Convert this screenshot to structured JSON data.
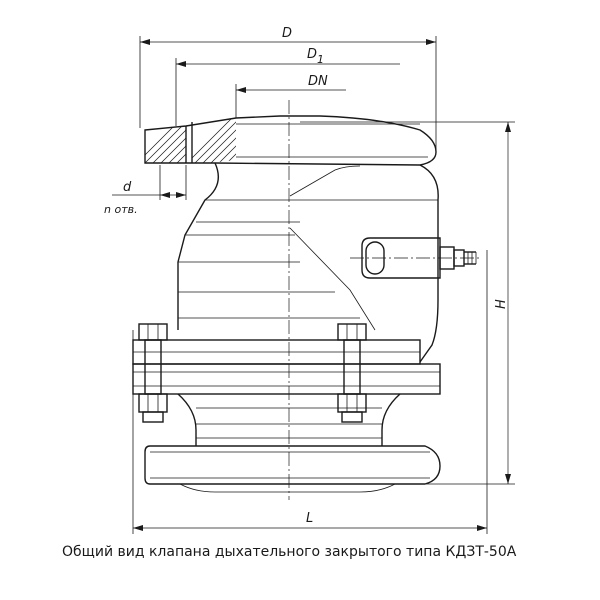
{
  "caption": "Общий вид клапана  дыхательного закрытого типа КДЗТ-50А",
  "dimensions": {
    "D": "D",
    "D1_base": "D",
    "D1_sub": "1",
    "DN": "DN",
    "d": "d",
    "n_otv": "n отв.",
    "H": "H",
    "L": "L"
  }
}
